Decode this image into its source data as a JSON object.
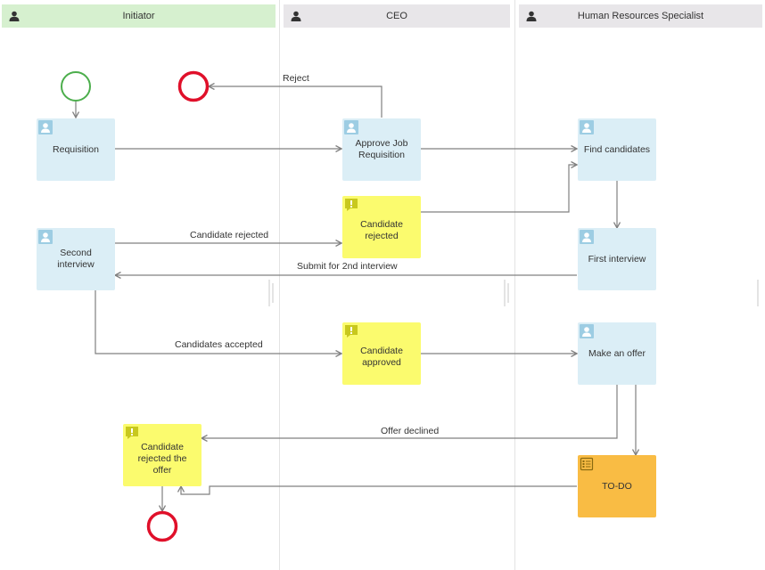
{
  "lanes": [
    {
      "title": "Initiator",
      "color": "#d6f0cf"
    },
    {
      "title": "CEO",
      "color": "#e8e6e9"
    },
    {
      "title": "Human Resources Specialist",
      "color": "#e8e6e9"
    }
  ],
  "tasks": {
    "requisition": "Requisition",
    "approve": "Approve Job Requisition",
    "find": "Find candidates",
    "second": "Second interview",
    "first": "First interview",
    "offer": "Make an offer"
  },
  "notes": {
    "rejected": "Candidate rejected",
    "approved": "Candidate approved",
    "rejected_offer": "Candidate rejected the offer"
  },
  "todo": "TO-DO",
  "flow_labels": {
    "reject": "Reject",
    "candidate_rejected": "Candidate rejected",
    "submit_2nd": "Submit for 2nd interview",
    "candidates_accepted": "Candidates accepted",
    "offer_declined": "Offer declined"
  },
  "colors": {
    "task": "#dbeef6",
    "note": "#fbfb6e",
    "todo": "#f9bc44",
    "start": "#4cae4c",
    "end": "#e0102a",
    "line": "#808080"
  },
  "icons": [
    "person-icon",
    "user-icon",
    "exclamation-icon",
    "checklist-icon"
  ]
}
